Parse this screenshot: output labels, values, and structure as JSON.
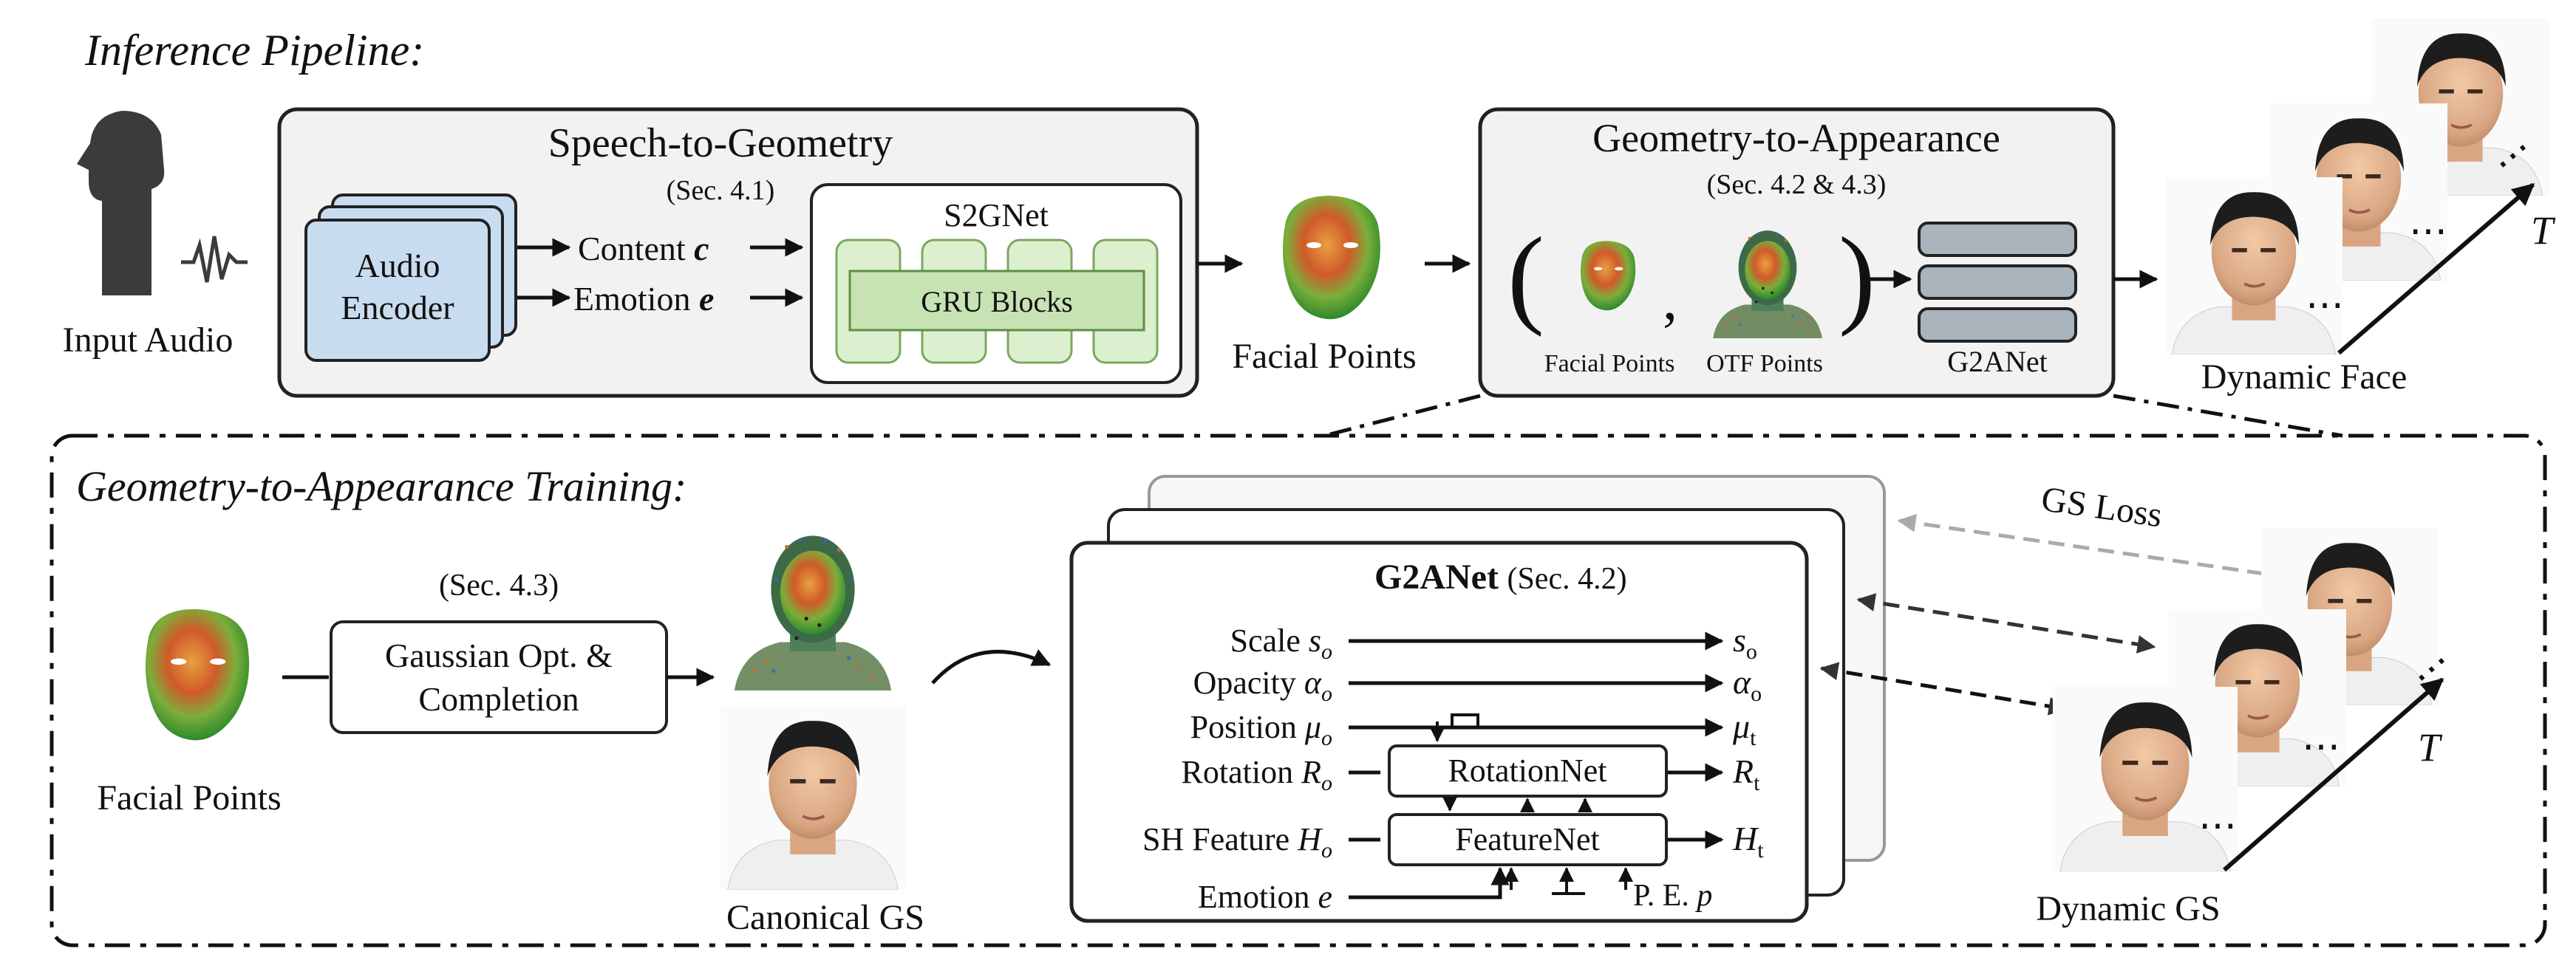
{
  "inference": {
    "title": "Inference Pipeline:",
    "input_audio": "Input Audio",
    "s2g": {
      "title": "Speech-to-Geometry",
      "sec": "(Sec. 4.1)",
      "audio_encoder_line1": "Audio",
      "audio_encoder_line2": "Encoder",
      "content": "Content ",
      "content_var": "c",
      "emotion": "Emotion ",
      "emotion_var": "e",
      "net": "S2GNet",
      "gru": "GRU Blocks"
    },
    "facial_points": "Facial Points",
    "g2a": {
      "title": "Geometry-to-Appearance",
      "sec": "(Sec. 4.2 & 4.3)",
      "facial_points": "Facial Points",
      "otf_points": "OTF Points",
      "net": "G2ANet"
    },
    "dynamic_face": "Dynamic Face",
    "time_var": "T"
  },
  "training": {
    "title": "Geometry-to-Appearance Training:",
    "facial_points": "Facial Points",
    "sec": "(Sec. 4.3)",
    "gaussian_opt_line1": "Gaussian Opt. &",
    "gaussian_opt_line2": "Completion",
    "canonical_gs": "Canonical GS",
    "g2anet": {
      "title": "G2ANet",
      "sec": "(Sec. 4.2)",
      "rows": [
        {
          "label": "Scale ",
          "in_var": "s",
          "in_sub": "o",
          "out_var": "s",
          "out_sub": "o"
        },
        {
          "label": "Opacity ",
          "in_var": "α",
          "in_sub": "o",
          "out_var": "α",
          "out_sub": "o"
        },
        {
          "label": "Position ",
          "in_var": "μ",
          "in_sub": "o",
          "out_var": "μ",
          "out_sub": "t"
        },
        {
          "label": "Rotation ",
          "in_var": "R",
          "in_sub": "o",
          "out_var": "R",
          "out_sub": "t"
        },
        {
          "label": "SH Feature ",
          "in_var": "H",
          "in_sub": "o",
          "out_var": "H",
          "out_sub": "t"
        },
        {
          "label": "Emotion ",
          "in_var": "e",
          "in_sub": "",
          "out_var": "",
          "out_sub": ""
        }
      ],
      "rotation_net": "RotationNet",
      "feature_net": "FeatureNet",
      "pe": "P. E. ",
      "pe_var": "p"
    },
    "gs_loss": "GS Loss",
    "dynamic_gs": "Dynamic GS",
    "time_var": "T"
  },
  "colors": {
    "panel_fill": "#f2f2f2",
    "audio_encoder": "#c8dcf0",
    "gru_fill": "#c7e3b3",
    "gru_block": "#dcefcf",
    "g2anet_bar": "#a9b4bd",
    "loss_arrow": "#b0b0b0"
  }
}
